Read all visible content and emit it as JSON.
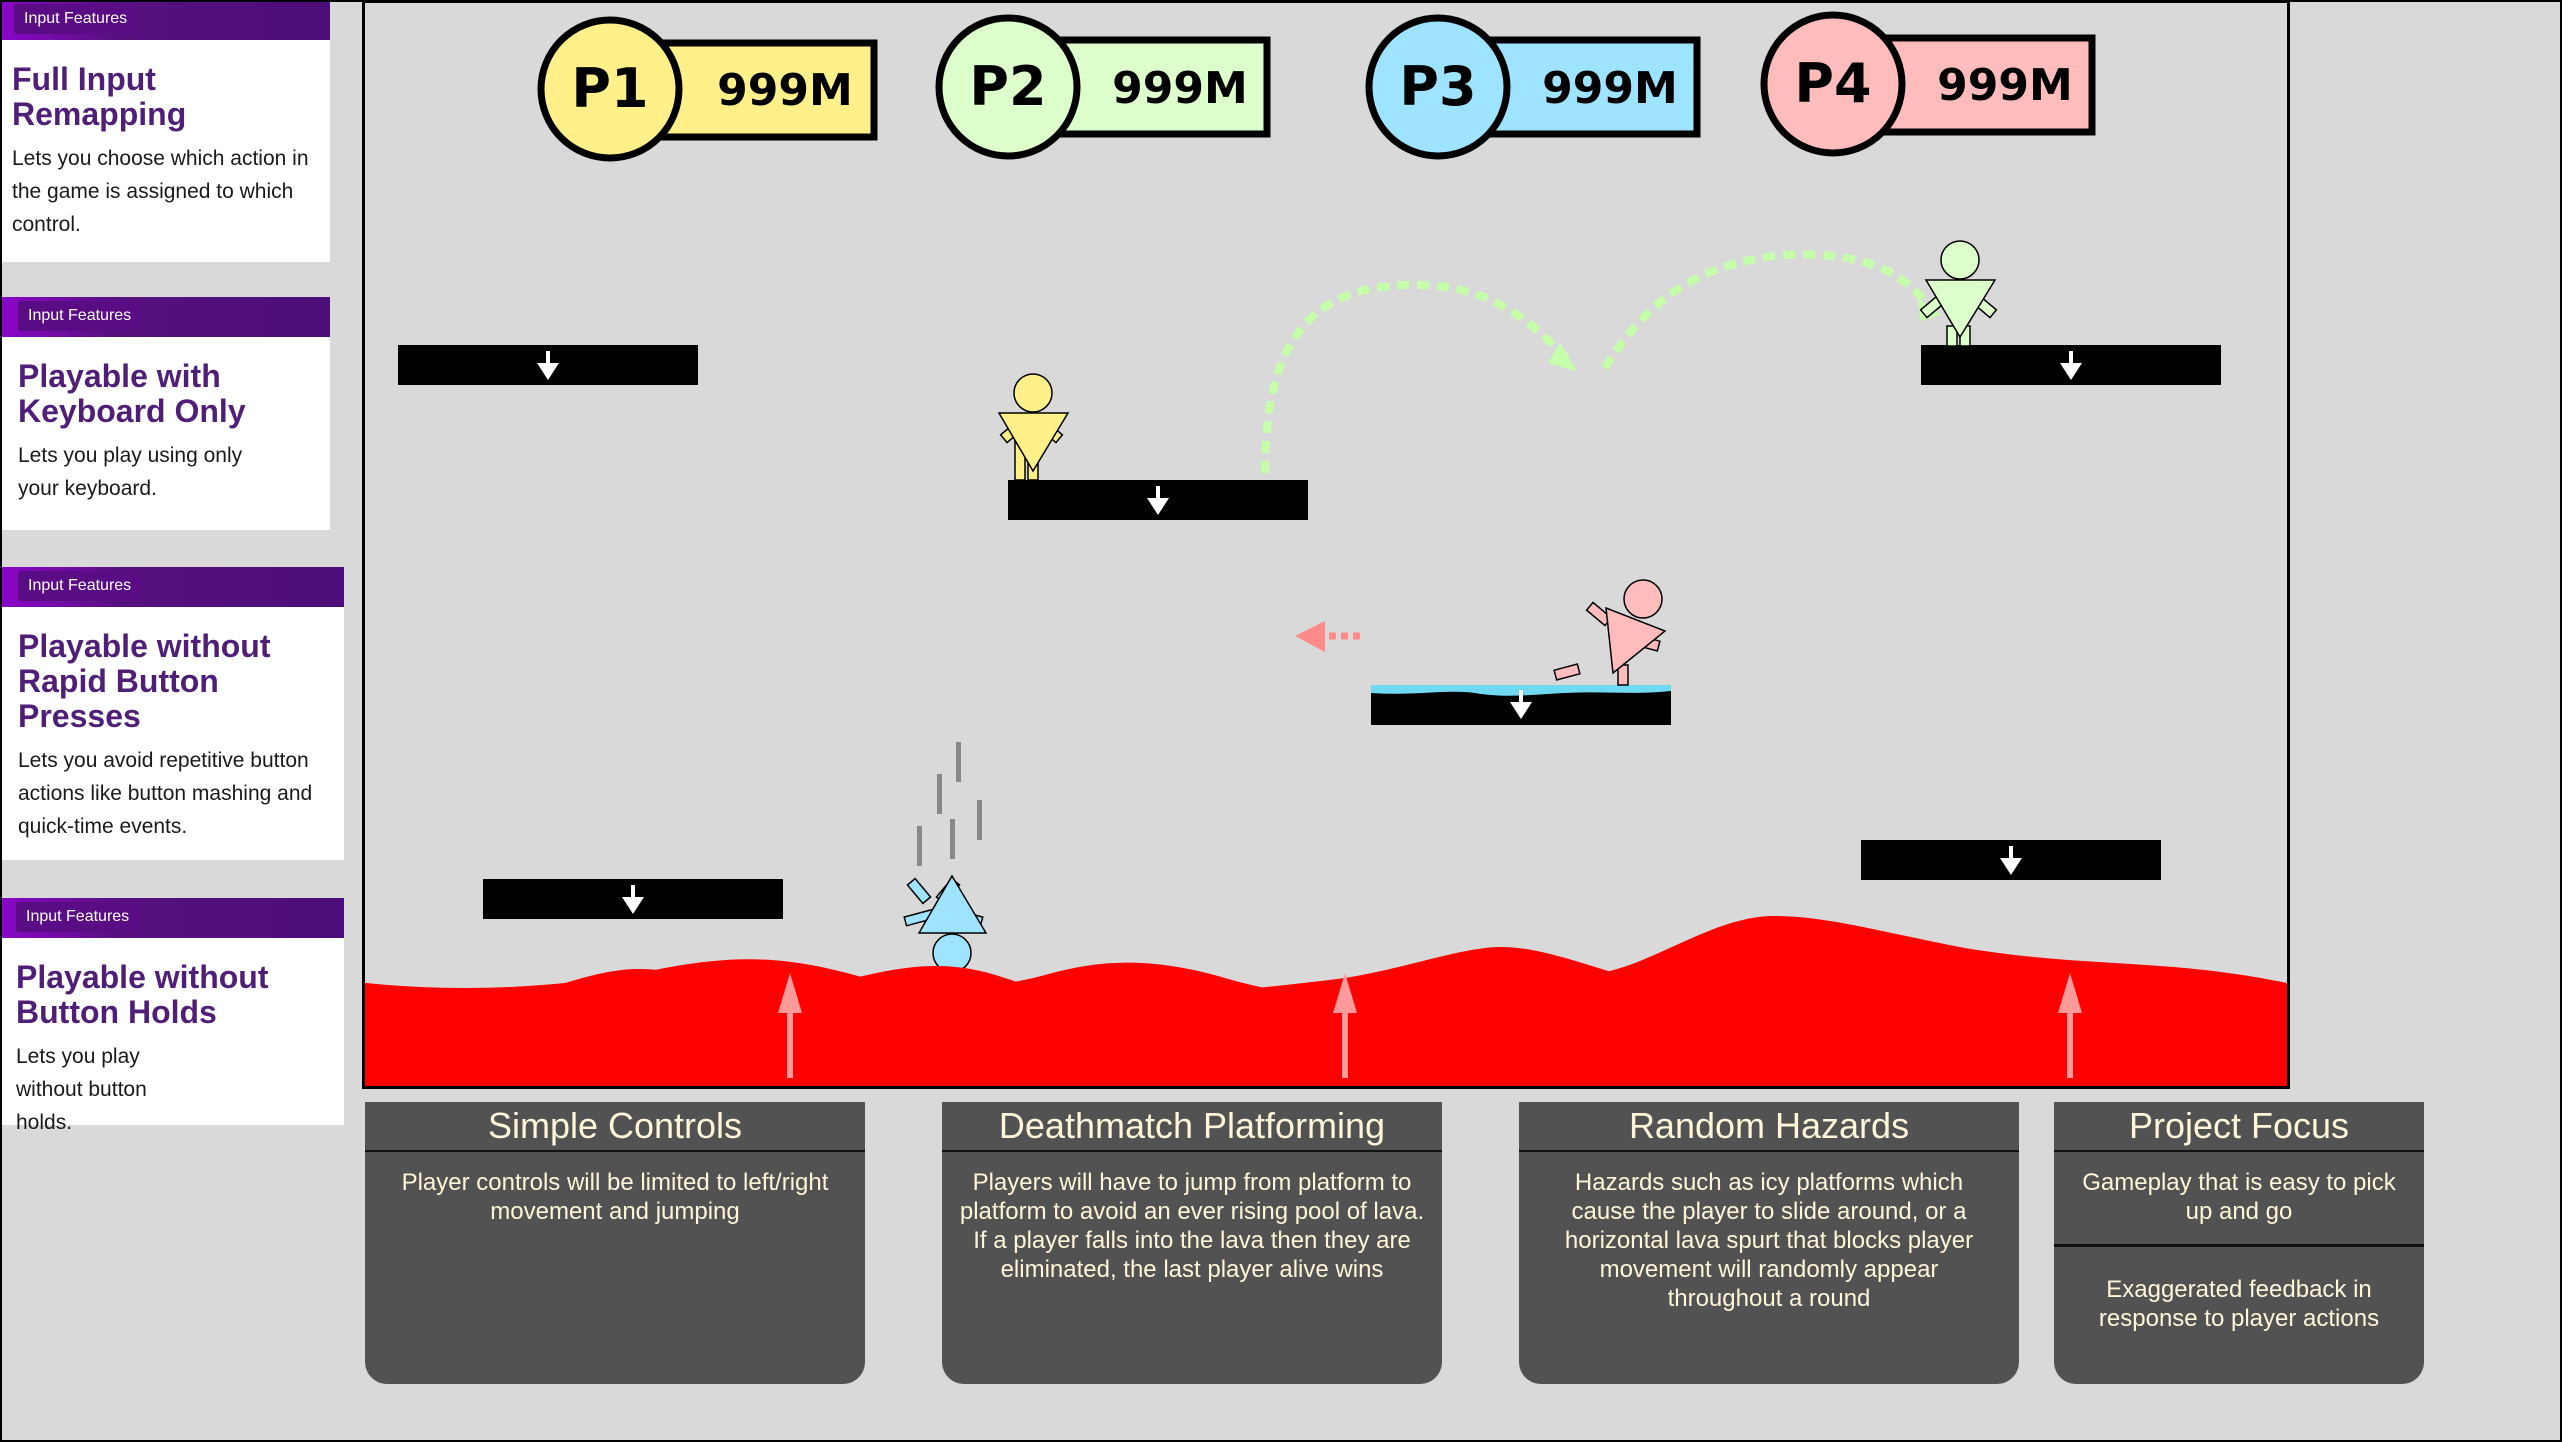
{
  "sidebar": {
    "cards": [
      {
        "tag": "Input Features",
        "title": "Full Input Remapping",
        "desc": "Lets you choose which action in the game is assigned to which control."
      },
      {
        "tag": "Input Features",
        "title": "Playable with Keyboard Only",
        "desc": "Lets you play using only your keyboard."
      },
      {
        "tag": "Input Features",
        "title": "Playable without Rapid Button Presses",
        "desc": "Lets you avoid repetitive button actions like button mashing and quick-time events."
      },
      {
        "tag": "Input Features",
        "title": "Playable without Button Holds",
        "desc": "Lets you play without button holds."
      }
    ]
  },
  "hud": {
    "players": [
      {
        "label": "P1",
        "score": "999M",
        "color": "#fff08a"
      },
      {
        "label": "P2",
        "score": "999M",
        "color": "#dcffcc"
      },
      {
        "label": "P3",
        "score": "999M",
        "color": "#9ee3ff"
      },
      {
        "label": "P4",
        "score": "999M",
        "color": "#ffbcbc"
      }
    ]
  },
  "game": {
    "colors": {
      "background": "#d9d9d9",
      "platform": "#000000",
      "ice": "#6fd9f2",
      "lava": "#ff0000",
      "lava_arrow": "#ff9a9a",
      "jump_trail": "#c5ffaa",
      "dash_trail": "#ff8a8a",
      "fall_lines": "#888888"
    }
  },
  "info": {
    "cards": [
      {
        "title": "Simple Controls",
        "body": "Player controls will be limited to left/right movement and jumping"
      },
      {
        "title": "Deathmatch Platforming",
        "body": "Players will have to jump from platform to platform to avoid an ever rising pool of lava. If a player falls into the lava then they are eliminated, the last player alive wins"
      },
      {
        "title": "Random Hazards",
        "body": "Hazards such as icy platforms which cause the player to slide around, or a horizontal lava spurt that blocks player movement will randomly appear throughout a round"
      },
      {
        "title": "Project Focus",
        "body": "Gameplay that is easy to pick up and go",
        "body2": "Exaggerated feedback in response to player actions"
      }
    ]
  }
}
